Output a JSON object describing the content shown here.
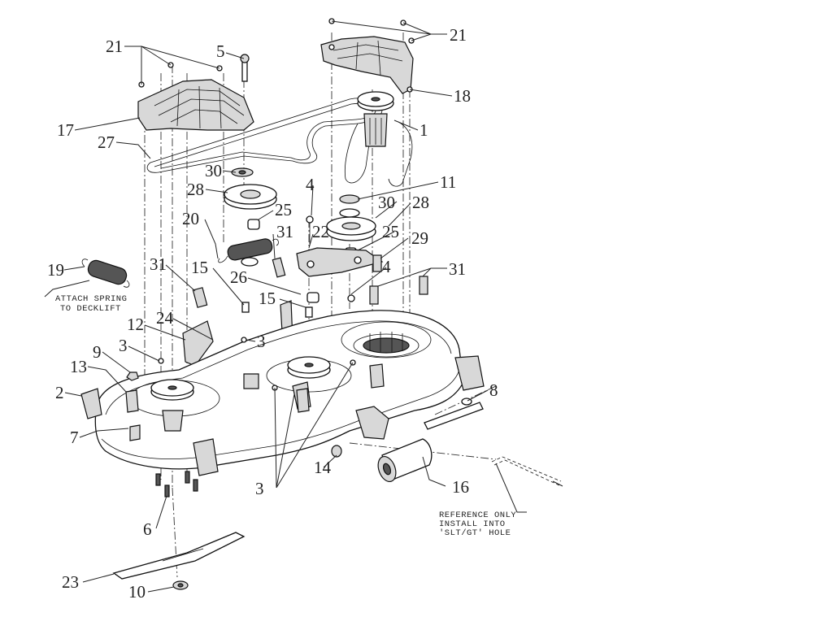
{
  "callouts": [
    {
      "id": "c21a",
      "number": "21"
    },
    {
      "id": "c21b",
      "number": "21"
    },
    {
      "id": "c5",
      "number": "5"
    },
    {
      "id": "c18",
      "number": "18"
    },
    {
      "id": "c17",
      "number": "17"
    },
    {
      "id": "c1",
      "number": "1"
    },
    {
      "id": "c27",
      "number": "27"
    },
    {
      "id": "c30a",
      "number": "30"
    },
    {
      "id": "c4a",
      "number": "4"
    },
    {
      "id": "c11",
      "number": "11"
    },
    {
      "id": "c28a",
      "number": "28"
    },
    {
      "id": "c30b",
      "number": "30"
    },
    {
      "id": "c28b",
      "number": "28"
    },
    {
      "id": "c25a",
      "number": "25"
    },
    {
      "id": "c20",
      "number": "20"
    },
    {
      "id": "c31a",
      "number": "31"
    },
    {
      "id": "c22",
      "number": "22"
    },
    {
      "id": "c25b",
      "number": "25"
    },
    {
      "id": "c29",
      "number": "29"
    },
    {
      "id": "c19",
      "number": "19"
    },
    {
      "id": "c31b",
      "number": "31"
    },
    {
      "id": "c15a",
      "number": "15"
    },
    {
      "id": "c26",
      "number": "26"
    },
    {
      "id": "c4b",
      "number": "4"
    },
    {
      "id": "c31c",
      "number": "31"
    },
    {
      "id": "c15b",
      "number": "15"
    },
    {
      "id": "c24",
      "number": "24"
    },
    {
      "id": "c12",
      "number": "12"
    },
    {
      "id": "c3a",
      "number": "3"
    },
    {
      "id": "c3b",
      "number": "3"
    },
    {
      "id": "c9",
      "number": "9"
    },
    {
      "id": "c13",
      "number": "13"
    },
    {
      "id": "c2",
      "number": "2"
    },
    {
      "id": "c8",
      "number": "8"
    },
    {
      "id": "c7",
      "number": "7"
    },
    {
      "id": "c14",
      "number": "14"
    },
    {
      "id": "c3c",
      "number": "3"
    },
    {
      "id": "c16",
      "number": "16"
    },
    {
      "id": "c6",
      "number": "6"
    },
    {
      "id": "c23",
      "number": "23"
    },
    {
      "id": "c10",
      "number": "10"
    }
  ],
  "notes": {
    "spring": [
      "ATTACH SPRING",
      "TO DECKLIFT"
    ],
    "reference": [
      "REFERENCE ONLY",
      "INSTALL INTO",
      "'SLT/GT' HOLE"
    ]
  }
}
